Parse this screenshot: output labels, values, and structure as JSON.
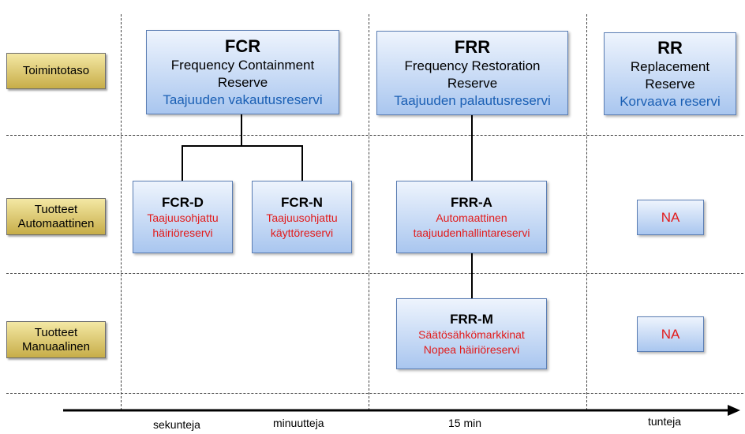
{
  "row_labels": [
    {
      "lines": [
        "Toimintotaso"
      ]
    },
    {
      "lines": [
        "Tuotteet",
        "Automaattinen"
      ]
    },
    {
      "lines": [
        "Tuotteet",
        "Manuaalinen"
      ]
    }
  ],
  "reserves": [
    {
      "code": "FCR",
      "name_line1": "Frequency Containment",
      "name_line2": "Reserve",
      "finnish": "Taajuuden vakautusreservi"
    },
    {
      "code": "FRR",
      "name_line1": "Frequency Restoration",
      "name_line2": "Reserve",
      "finnish": "Taajuuden palautusreservi"
    },
    {
      "code": "RR",
      "name_line1": "Replacement",
      "name_line2": "Reserve",
      "finnish": "Korvaava reservi"
    }
  ],
  "products": [
    {
      "code": "FCR-D",
      "line1": "Taajuusohjattu",
      "line2": "häiriöreservi"
    },
    {
      "code": "FCR-N",
      "line1": "Taajuusohjattu",
      "line2": "käyttöreservi"
    },
    {
      "code": "FRR-A",
      "line1": "Automaattinen",
      "line2": "taajuudenhallintareservi"
    },
    {
      "code": "FRR-M",
      "line1": "Säätösähkömarkkinat",
      "line2": "Nopea häiriöreservi"
    }
  ],
  "na_label": "NA",
  "time_axis": [
    "sekunteja",
    "minuutteja",
    "15 min",
    "tunteja"
  ],
  "colors": {
    "product_text": "#e21b1b",
    "finnish_text": "#1a5fb4",
    "label_fill": "#d9c56a",
    "box_fill": "#c5daf5"
  }
}
